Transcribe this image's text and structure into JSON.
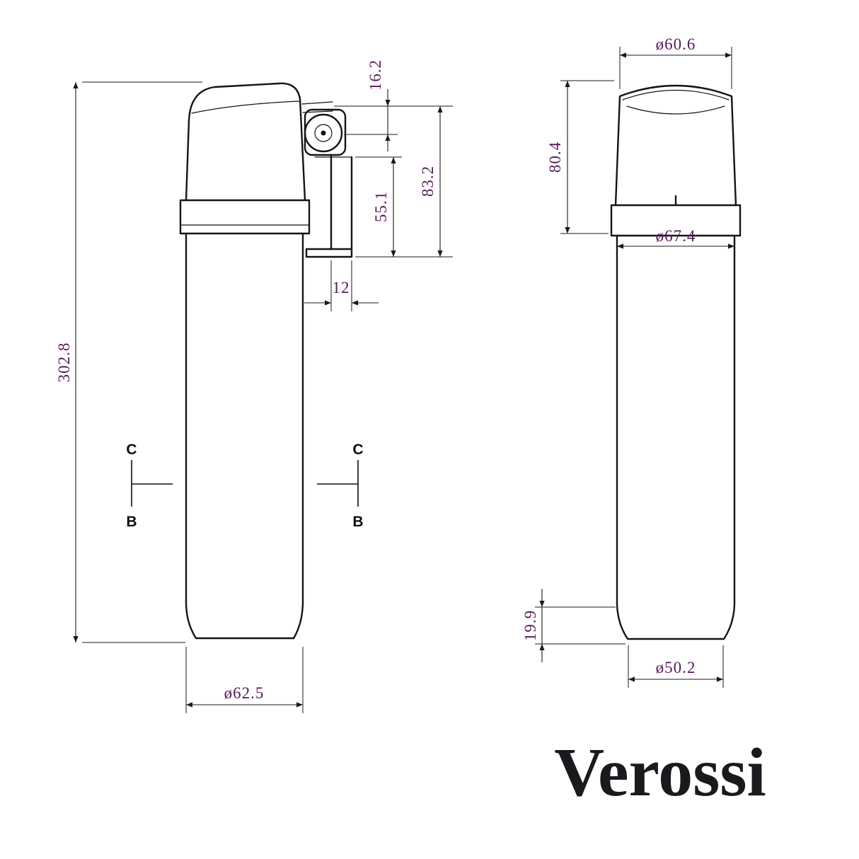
{
  "drawing_type": "technical dimension drawing, two orthographic views of a filter cartridge tap unit",
  "side_view": {
    "overall_height": "302.8",
    "valve_offset": "16.2",
    "head_assembly_height": "83.2",
    "bracket_height": "55.1",
    "bracket_width": "12",
    "base_diameter": "ø62.5",
    "section_top_label": "C",
    "section_bottom_label": "B"
  },
  "front_view": {
    "cap_diameter": "ø60.6",
    "cap_height": "80.4",
    "body_diameter": "ø67.4",
    "base_height": "19.9",
    "base_diameter": "ø50.2"
  },
  "logo": {
    "text": "Verossi"
  },
  "colors": {
    "line": "#141414",
    "dimension_text": "#571a59",
    "logo_text": "#1a1a1e",
    "background": "#ffffff"
  }
}
